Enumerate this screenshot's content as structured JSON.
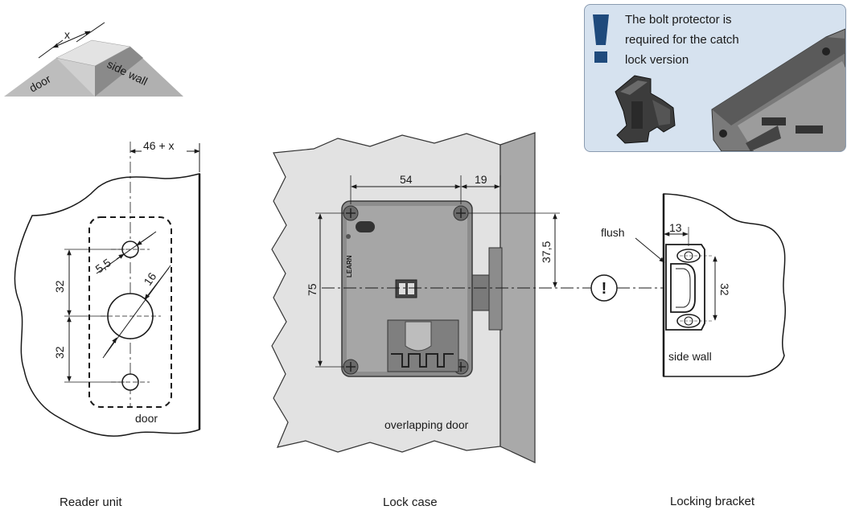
{
  "wall_detail": {
    "dim_x": "x",
    "label_door": "door",
    "label_side_wall": "side wall"
  },
  "reader": {
    "dim_width": "46 + x",
    "dim_hole_small": "5,5",
    "dim_hole_big": "16",
    "dim_pitch_upper": "32",
    "dim_pitch_lower": "32",
    "label_door": "door",
    "caption": "Reader unit"
  },
  "lock": {
    "dim_holes": "54",
    "dim_offset": "19",
    "dim_height": "75",
    "dim_center": "37,5",
    "brand": "LEARN",
    "label_door": "overlapping door",
    "caption": "Lock case"
  },
  "bracket": {
    "label_flush": "flush",
    "dim_width": "13",
    "dim_height": "32",
    "label_side_wall": "side wall",
    "caption": "Locking bracket"
  },
  "warning_symbol": "!",
  "note": {
    "lines": [
      "The bolt protector is",
      "required for the catch",
      "lock version"
    ],
    "icon": "exclamation-icon",
    "accent": "#1f4a7c"
  }
}
